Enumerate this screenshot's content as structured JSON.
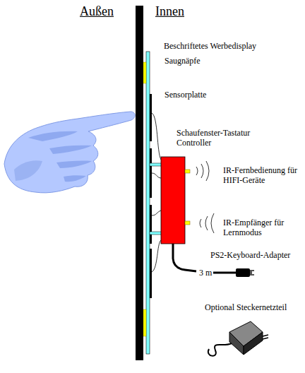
{
  "diagram": {
    "labels": [
      "Außen",
      "Innen",
      "Beschriftetes Werbedisplay",
      "Saugnäpfe",
      "Sensorplatte",
      "Schaufenster-Tastatur Controller",
      "IR-Fernbedienung für HIFI-Geräte",
      "IR-Empfänger für Lernmodus",
      "PS2-Keyboard-Adapter",
      "3 m",
      "Optional Steckernetzteil"
    ]
  }
}
